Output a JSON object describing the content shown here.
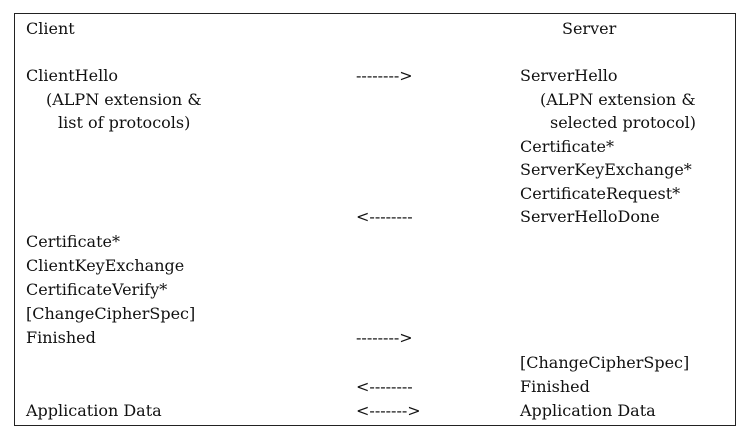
{
  "header": {
    "client": "Client",
    "server": "Server"
  },
  "client": {
    "hello": "ClientHello",
    "hello_note_1": "(ALPN extension &",
    "hello_note_2": "list of protocols)",
    "certificate": "Certificate*",
    "key_exchange": "ClientKeyExchange",
    "certificate_verify": "CertificateVerify*",
    "change_cipher_spec": "[ChangeCipherSpec]",
    "finished": "Finished",
    "application_data": "Application Data"
  },
  "server": {
    "hello": "ServerHello",
    "hello_note_1": "(ALPN extension &",
    "hello_note_2": "selected protocol)",
    "certificate": "Certificate*",
    "key_exchange": "ServerKeyExchange*",
    "certificate_request": "CertificateRequest*",
    "hello_done": "ServerHelloDone",
    "change_cipher_spec": "[ChangeCipherSpec]",
    "finished": "Finished",
    "application_data": "Application Data"
  },
  "arrows": {
    "to_server_1": "-------->",
    "to_client_1": "<--------",
    "to_server_2": "-------->",
    "to_client_2": "<--------",
    "bidirectional": "<------->"
  }
}
